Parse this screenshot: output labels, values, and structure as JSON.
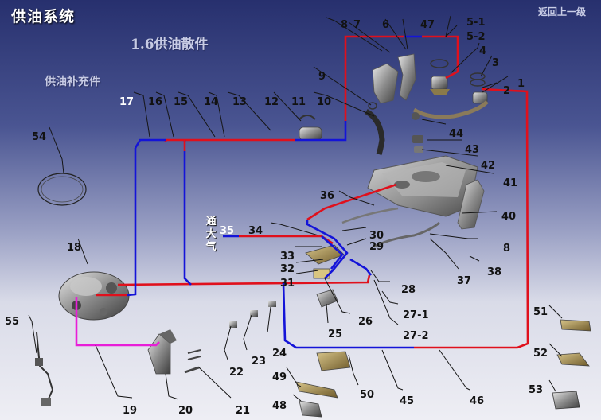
{
  "header": {
    "title": "供油系统",
    "subtitle": "1.6供油散件",
    "section": "供油补充件",
    "back_link": "返回上一级",
    "vent_note": "通大气"
  },
  "colors": {
    "supply_line": "#e0101c",
    "return_line": "#1414d8",
    "evap_line": "#e81ed8",
    "leader": "#151515"
  },
  "part_labels": [
    {
      "id": "p1",
      "text": "1"
    },
    {
      "id": "p2",
      "text": "2"
    },
    {
      "id": "p3",
      "text": "3"
    },
    {
      "id": "p4",
      "text": "4"
    },
    {
      "id": "p5-1",
      "text": "5-1"
    },
    {
      "id": "p5-2",
      "text": "5-2"
    },
    {
      "id": "p6",
      "text": "6"
    },
    {
      "id": "p7",
      "text": "7"
    },
    {
      "id": "p8a",
      "text": "8"
    },
    {
      "id": "p8b",
      "text": "8"
    },
    {
      "id": "p9",
      "text": "9"
    },
    {
      "id": "p10",
      "text": "10"
    },
    {
      "id": "p11",
      "text": "11"
    },
    {
      "id": "p12",
      "text": "12"
    },
    {
      "id": "p13",
      "text": "13"
    },
    {
      "id": "p14",
      "text": "14"
    },
    {
      "id": "p15",
      "text": "15"
    },
    {
      "id": "p16",
      "text": "16"
    },
    {
      "id": "p17",
      "text": "17"
    },
    {
      "id": "p18",
      "text": "18"
    },
    {
      "id": "p19",
      "text": "19"
    },
    {
      "id": "p20",
      "text": "20"
    },
    {
      "id": "p21",
      "text": "21"
    },
    {
      "id": "p22",
      "text": "22"
    },
    {
      "id": "p23",
      "text": "23"
    },
    {
      "id": "p24",
      "text": "24"
    },
    {
      "id": "p25",
      "text": "25"
    },
    {
      "id": "p26",
      "text": "26"
    },
    {
      "id": "p27-1",
      "text": "27-1"
    },
    {
      "id": "p27-2",
      "text": "27-2"
    },
    {
      "id": "p28",
      "text": "28"
    },
    {
      "id": "p29",
      "text": "29"
    },
    {
      "id": "p30",
      "text": "30"
    },
    {
      "id": "p31",
      "text": "31"
    },
    {
      "id": "p32",
      "text": "32"
    },
    {
      "id": "p33",
      "text": "33"
    },
    {
      "id": "p34",
      "text": "34"
    },
    {
      "id": "p35",
      "text": "35"
    },
    {
      "id": "p36",
      "text": "36"
    },
    {
      "id": "p37",
      "text": "37"
    },
    {
      "id": "p38",
      "text": "38"
    },
    {
      "id": "p40",
      "text": "40"
    },
    {
      "id": "p41",
      "text": "41"
    },
    {
      "id": "p42",
      "text": "42"
    },
    {
      "id": "p43",
      "text": "43"
    },
    {
      "id": "p44",
      "text": "44"
    },
    {
      "id": "p45",
      "text": "45"
    },
    {
      "id": "p46",
      "text": "46"
    },
    {
      "id": "p47",
      "text": "47"
    },
    {
      "id": "p48",
      "text": "48"
    },
    {
      "id": "p49",
      "text": "49"
    },
    {
      "id": "p50",
      "text": "50"
    },
    {
      "id": "p51",
      "text": "51"
    },
    {
      "id": "p52",
      "text": "52"
    },
    {
      "id": "p53",
      "text": "53"
    },
    {
      "id": "p54",
      "text": "54"
    },
    {
      "id": "p55",
      "text": "55"
    }
  ]
}
